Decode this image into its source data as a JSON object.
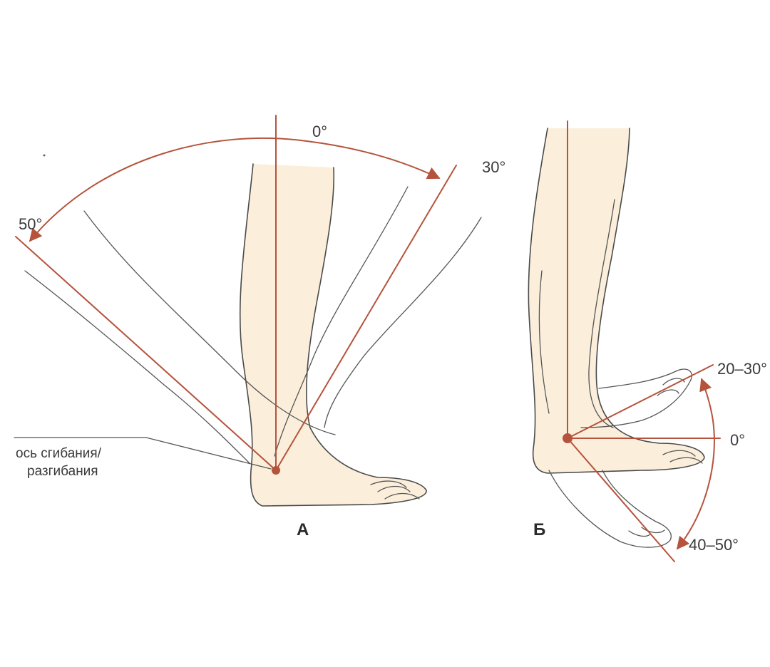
{
  "panel_a": {
    "label": "А",
    "angle_zero": "0°",
    "angle_dorsal": "30°",
    "angle_plantar": "50°",
    "axis_label_line1": "ось сгибания/",
    "axis_label_line2": "разгибания"
  },
  "panel_b": {
    "label": "Б",
    "angle_up": "20–30°",
    "angle_zero": "0°",
    "angle_down": "40–50°"
  },
  "colors": {
    "accent": "#b5533c",
    "skin": "#fbefdc",
    "line": "#4a4a4a"
  }
}
